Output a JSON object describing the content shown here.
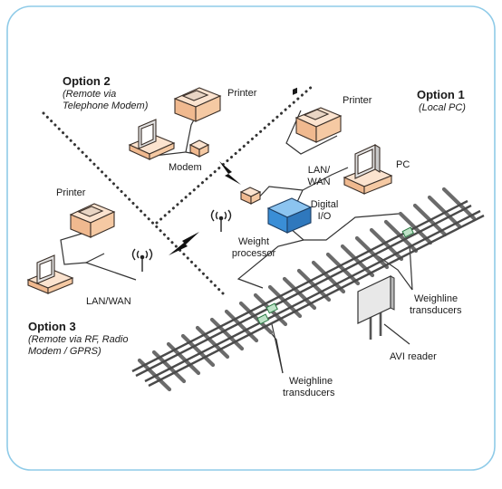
{
  "diagram": {
    "option1": {
      "title": "Option 1",
      "subtitle": "(Local PC)"
    },
    "option2": {
      "title": "Option 2",
      "subtitle_line1": "(Remote via",
      "subtitle_line2": "Telephone Modem)"
    },
    "option3": {
      "title": "Option 3",
      "subtitle_line1": "(Remote via RF, Radio",
      "subtitle_line2": "Modem / GPRS)"
    },
    "labels": {
      "printer_option1": "Printer",
      "printer_option2": "Printer",
      "printer_option3": "Printer",
      "pc": "PC",
      "lan_wan_line1": "LAN/",
      "lan_wan_line2": "WAN",
      "lan_wan_option3": "LAN/WAN",
      "modem": "Modem",
      "digital_io_line1": "Digital",
      "digital_io_line2": "I/O",
      "weight_processor_line1": "Weight",
      "weight_processor_line2": "processor",
      "weighline_right_line1": "Weighline",
      "weighline_right_line2": "transducers",
      "weighline_bottom_line1": "Weighline",
      "weighline_bottom_line2": "transducers",
      "avi_reader": "AVI reader"
    },
    "colors": {
      "frame_border": "#8fcbe8",
      "device_body": "#f4c9a5",
      "device_outline": "#3a2f28",
      "processor_blue": "#3a8ed6",
      "line": "#333333"
    }
  }
}
